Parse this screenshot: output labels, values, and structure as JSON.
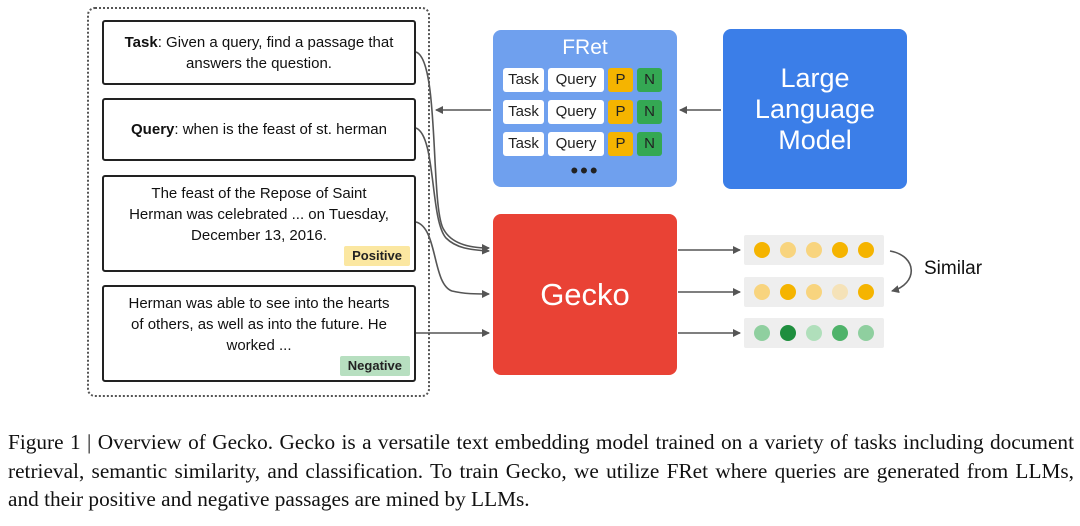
{
  "figure": {
    "cards": {
      "task": {
        "label": "Task",
        "text": ": Given a query, find a passage that answers the question."
      },
      "query": {
        "label": "Query",
        "text": ": when is the feast of st. herman"
      },
      "positive": {
        "text": "The feast of the Repose of Saint Herman was celebrated ... on Tuesday, December 13, 2016.",
        "badge": "Positive"
      },
      "negative": {
        "text": "Herman was able to see into the hearts of others, as well as into the future. He worked ...",
        "badge": "Negative"
      }
    },
    "fret": {
      "title": "FRet",
      "rows": [
        [
          "Task",
          "Query",
          "P",
          "N"
        ],
        [
          "Task",
          "Query",
          "P",
          "N"
        ],
        [
          "Task",
          "Query",
          "P",
          "N"
        ]
      ],
      "more": "•••"
    },
    "llm": {
      "lines": [
        "Large",
        "Language",
        "Model"
      ]
    },
    "gecko": {
      "label": "Gecko"
    },
    "embeddings": {
      "rows": [
        [
          "#f5b400",
          "#f8d47e",
          "#f8d47e",
          "#f5b400",
          "#f5b400"
        ],
        [
          "#f8d47e",
          "#f5b400",
          "#f8d47e",
          "#f5e2b8",
          "#f5b400"
        ],
        [
          "#8fcf9f",
          "#1e8e3e",
          "#b0dfbb",
          "#4fb36a",
          "#8fcf9f"
        ]
      ],
      "similar_label": "Similar"
    },
    "colors": {
      "fret": "#6fa0ee",
      "llm": "#3b7ee8",
      "gecko": "#e94235",
      "positive_badge": "#fbe7a1",
      "negative_badge": "#b7dfc0"
    }
  },
  "caption": "Figure 1 | Overview of Gecko. Gecko is a versatile text embedding model trained on a variety of tasks including document retrieval, semantic similarity, and classification. To train Gecko, we utilize FRet where queries are generated from LLMs, and their positive and negative passages are mined by LLMs."
}
